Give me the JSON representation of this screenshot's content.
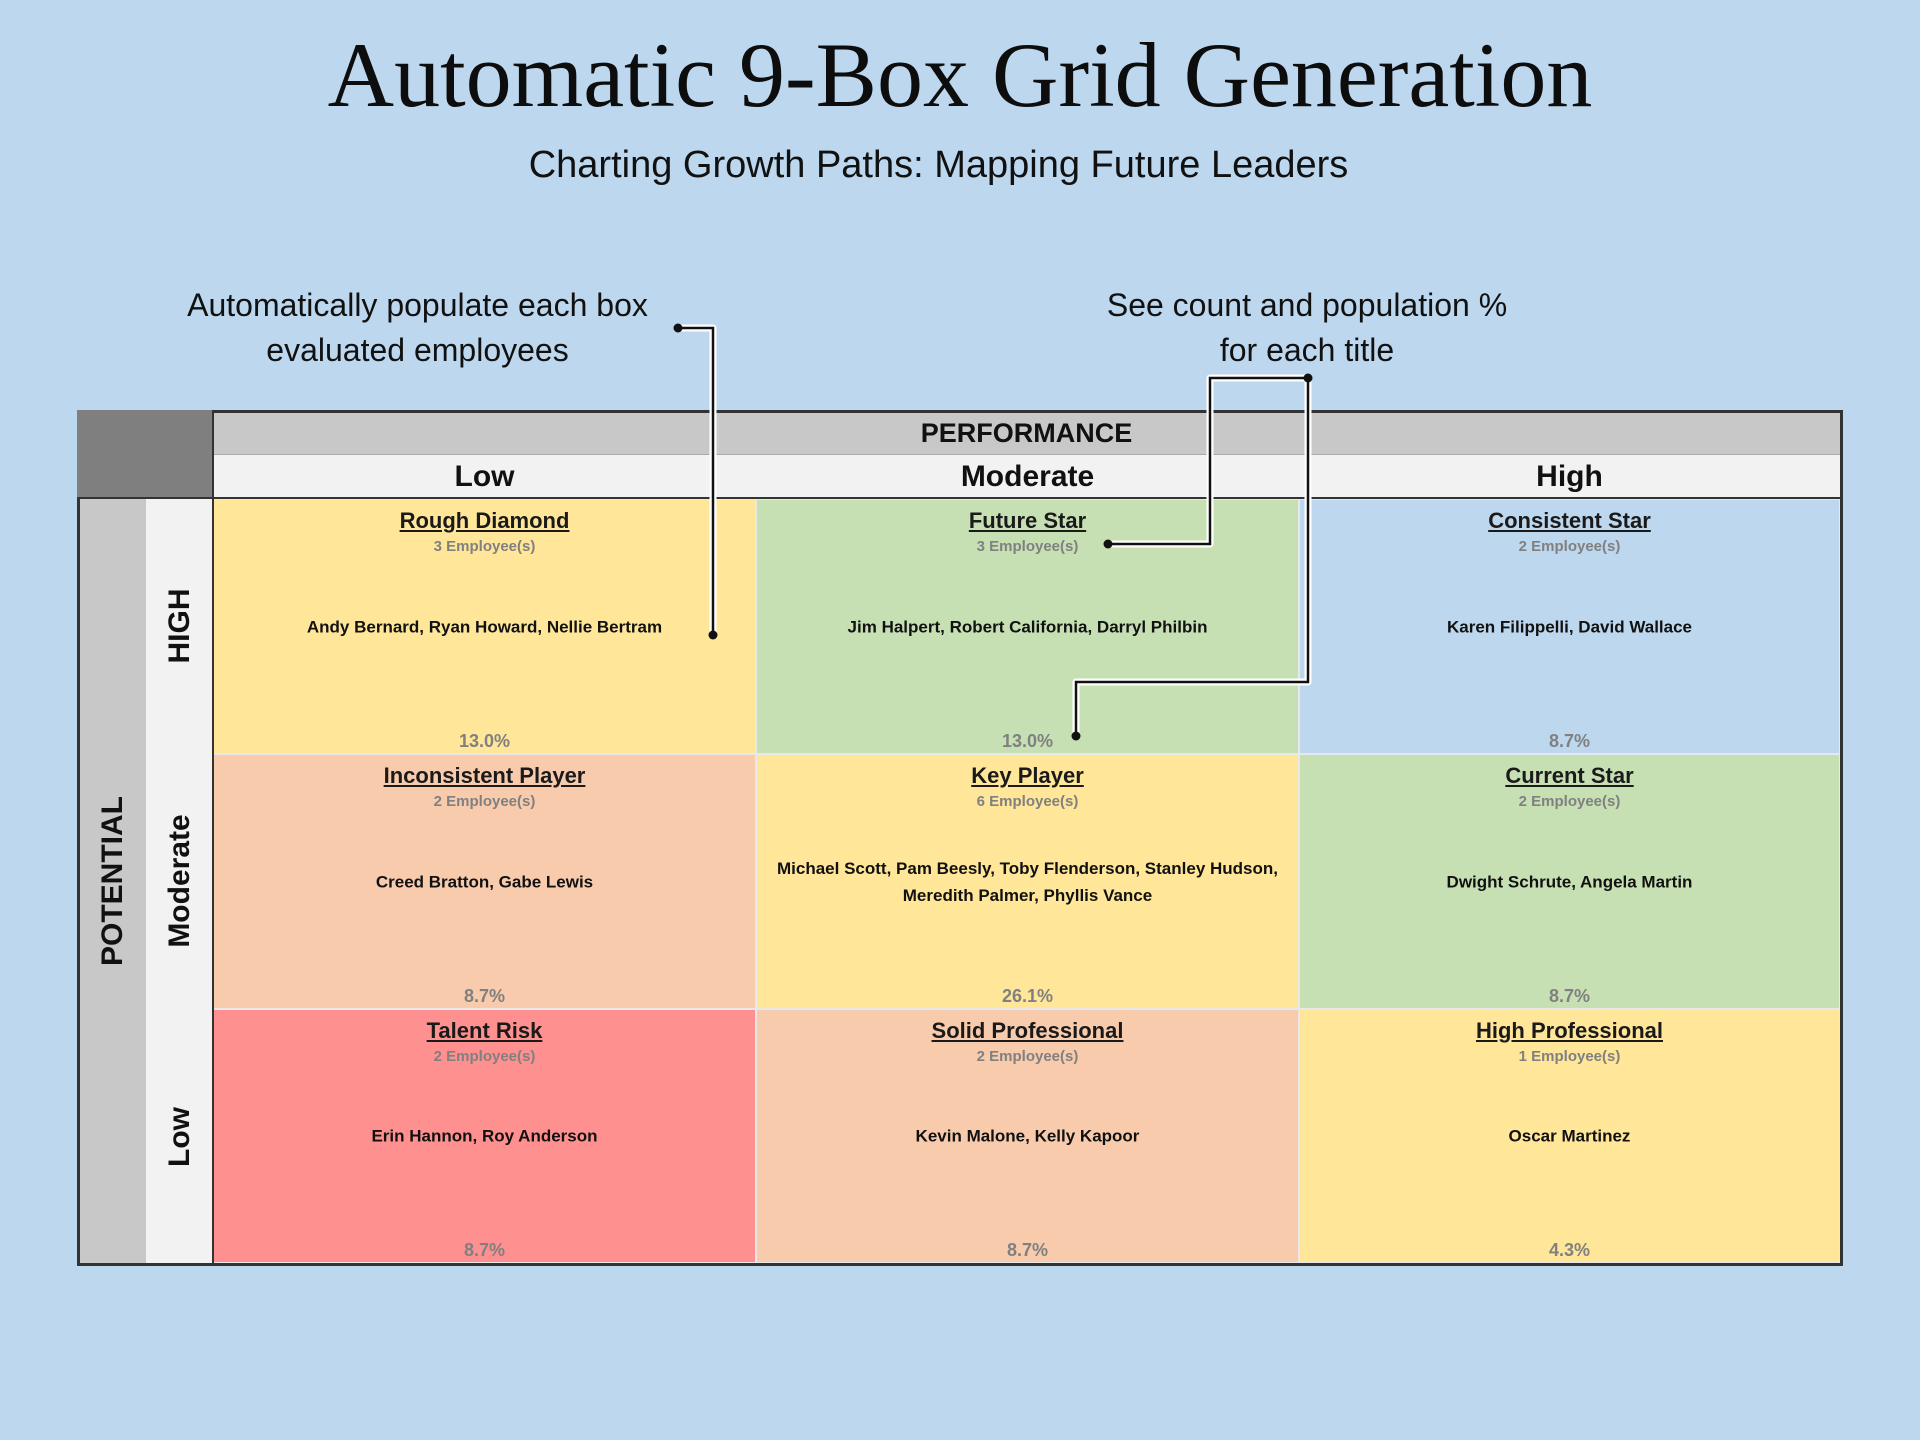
{
  "title": "Automatic 9-Box Grid Generation",
  "subtitle": "Charting Growth Paths: Mapping Future Leaders",
  "callouts": {
    "left": "Automatically populate each box evaluated employees",
    "right": "See count and population % for each title"
  },
  "axes": {
    "performance_label": "PERFORMANCE",
    "performance_levels": [
      "Low",
      "Moderate",
      "High"
    ],
    "potential_label": "POTENTIAL",
    "potential_levels": [
      "HIGH",
      "Moderate",
      "Low"
    ]
  },
  "colors": {
    "background": "#bdd7ee",
    "yellow": "#ffe699",
    "green": "#c6e0b4",
    "blue": "#bdd7ee",
    "peach": "#f8cbad",
    "red": "#ff9090"
  },
  "cells": [
    {
      "title": "Rough Diamond",
      "count": "3 Employee(s)",
      "names": "Andy Bernard, Ryan Howard, Nellie Bertram",
      "pct": "13.0%",
      "color": "#ffe699"
    },
    {
      "title": "Future Star",
      "count": "3 Employee(s)",
      "names": "Jim Halpert, Robert California, Darryl Philbin",
      "pct": "13.0%",
      "color": "#c6e0b4"
    },
    {
      "title": "Consistent Star",
      "count": "2 Employee(s)",
      "names": "Karen Filippelli, David Wallace",
      "pct": "8.7%",
      "color": "#bdd7ee"
    },
    {
      "title": "Inconsistent Player",
      "count": "2 Employee(s)",
      "names": "Creed Bratton, Gabe Lewis",
      "pct": "8.7%",
      "color": "#f8cbad"
    },
    {
      "title": "Key Player",
      "count": "6 Employee(s)",
      "names": "Michael Scott, Pam Beesly, Toby Flenderson, Stanley Hudson, Meredith Palmer, Phyllis Vance",
      "pct": "26.1%",
      "color": "#ffe699"
    },
    {
      "title": "Current Star",
      "count": "2 Employee(s)",
      "names": "Dwight Schrute, Angela Martin",
      "pct": "8.7%",
      "color": "#c6e0b4"
    },
    {
      "title": "Talent Risk",
      "count": "2 Employee(s)",
      "names": "Erin Hannon, Roy Anderson",
      "pct": "8.7%",
      "color": "#ff9090"
    },
    {
      "title": "Solid Professional",
      "count": "2 Employee(s)",
      "names": "Kevin Malone, Kelly Kapoor",
      "pct": "8.7%",
      "color": "#f8cbad"
    },
    {
      "title": "High Professional",
      "count": "1 Employee(s)",
      "names": "Oscar Martinez",
      "pct": "4.3%",
      "color": "#ffe699"
    }
  ]
}
